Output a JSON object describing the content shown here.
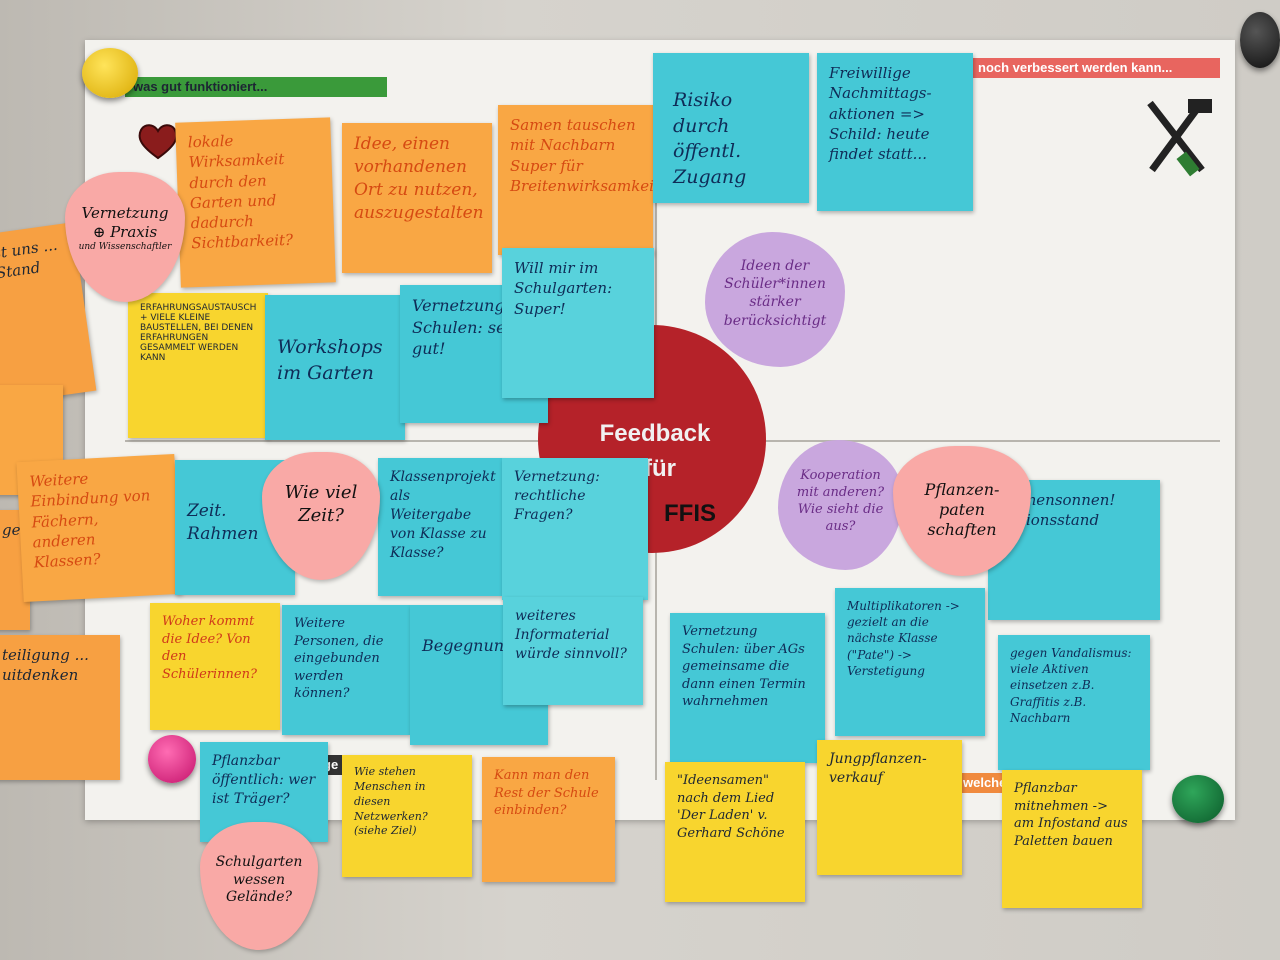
{
  "poster": {
    "banner_good": "was gut funktioniert...",
    "banner_improve": "noch verbessert werden kann...",
    "banner_bottom": "welche",
    "banner_bottom_left": "ge",
    "center_line1": "Feedback",
    "center_line2": "für",
    "center_line3": "FFIS"
  },
  "notes": {
    "left_edge_1": "st uns ... Stand",
    "left_edge_2": "ge",
    "left_edge_3": "teiligung ... uitdenken",
    "weitere": "Weitere Einbindung von Fächern, anderen Klassen?",
    "lokale": "lokale Wirksamkeit durch den Garten und dadurch Sichtbarkeit?",
    "idee": "Idee, einen vorhandenen Ort zu nutzen, auszugestalten",
    "samen": "Samen tauschen mit Nachbarn Super für Breitenwirksamkeit",
    "risiko": "Risiko durch öffentl. Zugang",
    "freiwillige": "Freiwillige Nachmittags-aktionen => Schild: heute findet statt...",
    "erfahrung": "ERFAHRUNGSAUSTAUSCH + VIELE KLEINE BAUSTELLEN, BEI DENEN ERFAHRUNGEN GESAMMELT WERDEN KANN",
    "workshops": "Workshops im Garten",
    "vernetzung_schulen": "Vernetzung Schulen: sehr gut!",
    "will_mir": "Will mir im Schulgarten: Super!",
    "zeitrahmen": "Zeit. Rahmen",
    "klassenprojekt": "Klassenprojekt als Weitergabe von Klasse zu Klasse?",
    "vernetzung_rechtliche": "Vernetzung: rechtliche Fragen?",
    "namensonnen": "Namensonnen! Aktionsstand",
    "woher": "Woher kommt die Idee? Von den Schülerinnen?",
    "weitere_personen": "Weitere Personen, die eingebunden werden können?",
    "begegnung": "Begegnungsstätte?",
    "weiteres_info": "weiteres Informaterial würde sinnvoll?",
    "vernetzung_ag": "Vernetzung Schulen: über AGs gemeinsame die dann einen Termin wahrnehmen",
    "multiplikatoren": "Multiplikatoren -> gezielt an die nächste Klasse (\"Pate\") -> Verstetigung",
    "vandalismus": "gegen Vandalismus: viele Aktiven einsetzen z.B. Graffitis z.B. Nachbarn",
    "pflanzbar_traeger": "Pflanzbar öffentlich: wer ist Träger?",
    "wie_stehen": "Wie stehen Menschen in diesen Netzwerken? (siehe Ziel)",
    "kann_man": "Kann man den Rest der Schule einbinden?",
    "ideensamen": "\"Ideensamen\" nach dem Lied 'Der Laden' v. Gerhard Schöne",
    "jungpflanzen": "Jungpflanzen-verkauf",
    "pflanzbar_mitnehmen": "Pflanzbar mitnehmen -> am Infostand aus Paletten bauen"
  },
  "strawberries": {
    "vernetzung_title": "Vernetzung",
    "vernetzung_line2": "⊕ Praxis",
    "vernetzung_line3": "und Wissenschaftler",
    "wie_viel_zeit": "Wie viel Zeit?",
    "pflanzenpatenschaften": "Pflanzen-paten schaften",
    "schulgarten": "Schulgarten wessen Gelände?"
  },
  "flowers": {
    "ideen": "Ideen der Schüler*innen stärker berücksichtigt",
    "kooperation": "Kooperation mit anderen? Wie sieht die aus?"
  },
  "colors": {
    "poster_red": "#b52229",
    "banner_green": "#3a9a3a",
    "banner_red": "#e8655f",
    "banner_orange": "#f08a3e",
    "note_yellow": "#f7cd2a",
    "note_orange": "#f9a744",
    "note_blue": "#45c8d6",
    "note_purple": "#c9a7de",
    "note_pink": "#f9a9a6"
  },
  "icons": [
    "heart-icon",
    "tools-icon",
    "magnet-yellow",
    "magnet-black",
    "magnet-pink",
    "magnet-green"
  ]
}
